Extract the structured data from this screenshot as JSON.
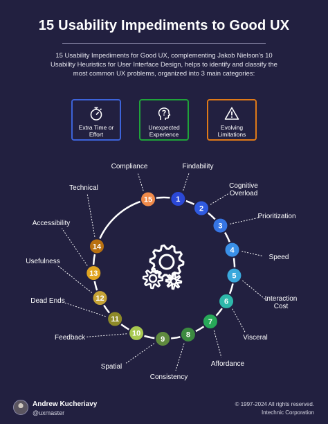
{
  "title": "15 Usability Impediments to Good UX",
  "intro": "15 Usability Impediments for Good UX, complementing Jakob Nielson's 10 Usability Heuristics for User Interface Design, helps to identify and classify the most common UX problems, organized into 3 main categories:",
  "categories": [
    {
      "label": "Extra Time or Effort",
      "icon": "stopwatch-icon",
      "color": "#3d63d9"
    },
    {
      "label": "Unexpected Experience",
      "icon": "head-question-icon",
      "color": "#1fa33a"
    },
    {
      "label": "Evolving Limitations",
      "icon": "warning-triangle-icon",
      "color": "#e07a18"
    }
  ],
  "center_icon": "gears-icon",
  "impediments": [
    {
      "number": "1",
      "name": "Findability",
      "color": "#2b48d6"
    },
    {
      "number": "2",
      "name": "Cognitive Overload",
      "color": "#2f5ae0"
    },
    {
      "number": "3",
      "name": "Prioritization",
      "color": "#3675e4"
    },
    {
      "number": "4",
      "name": "Speed",
      "color": "#3a90e8"
    },
    {
      "number": "5",
      "name": "Interaction Cost",
      "color": "#3aa8dc"
    },
    {
      "number": "6",
      "name": "Visceral",
      "color": "#2eb8aa"
    },
    {
      "number": "7",
      "name": "Affordance",
      "color": "#27a858"
    },
    {
      "number": "8",
      "name": "Consistency",
      "color": "#3c8a40"
    },
    {
      "number": "9",
      "name": "Spatial",
      "color": "#5f8a3e"
    },
    {
      "number": "10",
      "name": "Feedback",
      "color": "#a8c850"
    },
    {
      "number": "11",
      "name": "Dead Ends",
      "color": "#8e8a28"
    },
    {
      "number": "12",
      "name": "Usefulness",
      "color": "#c6a336"
    },
    {
      "number": "13",
      "name": "Accessibility",
      "color": "#e0a420"
    },
    {
      "number": "14",
      "name": "Technical",
      "color": "#b87010"
    },
    {
      "number": "15",
      "name": "Compliance",
      "color": "#f08a4a"
    }
  ],
  "footer": {
    "author": "Andrew Kucheriavy",
    "handle": "@uxmaster",
    "copyright": "© 1997-2024 All rights reserved.",
    "company": "Intechnic Corporation"
  }
}
